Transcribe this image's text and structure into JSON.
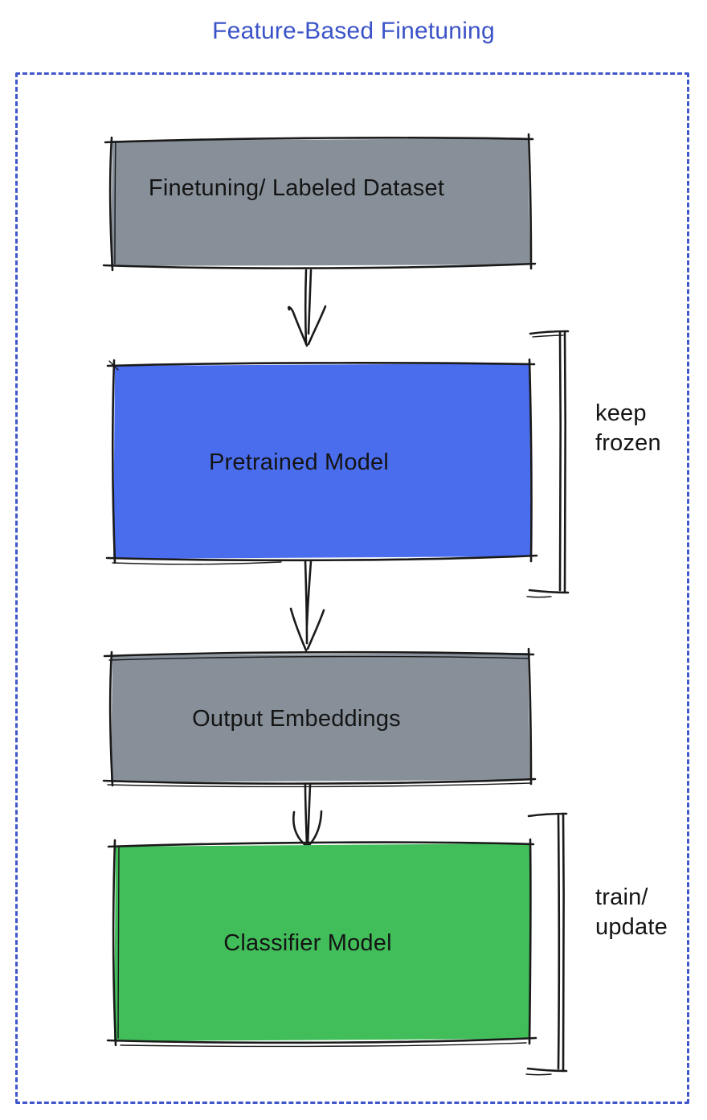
{
  "title": "Feature-Based Finetuning",
  "colors": {
    "title": "#3b53c8",
    "frame": "#4056cb",
    "node_text": "#141414",
    "stroke": "#1a1a1a"
  },
  "diagram": {
    "nodes": [
      {
        "id": "dataset",
        "label": "Finetuning/ Labeled Dataset",
        "fill": "#879099"
      },
      {
        "id": "pretrained",
        "label": "Pretrained Model",
        "fill": "#4a6ded"
      },
      {
        "id": "embeddings",
        "label": "Output Embeddings",
        "fill": "#879099"
      },
      {
        "id": "classifier",
        "label": "Classifier Model",
        "fill": "#41bd5a"
      }
    ],
    "annotations": [
      {
        "target": "pretrained",
        "line1": "keep",
        "line2": "frozen"
      },
      {
        "target": "classifier",
        "line1": "train/",
        "line2": "update"
      }
    ],
    "edges": [
      {
        "from": "dataset",
        "to": "pretrained"
      },
      {
        "from": "pretrained",
        "to": "embeddings"
      },
      {
        "from": "embeddings",
        "to": "classifier"
      }
    ]
  }
}
